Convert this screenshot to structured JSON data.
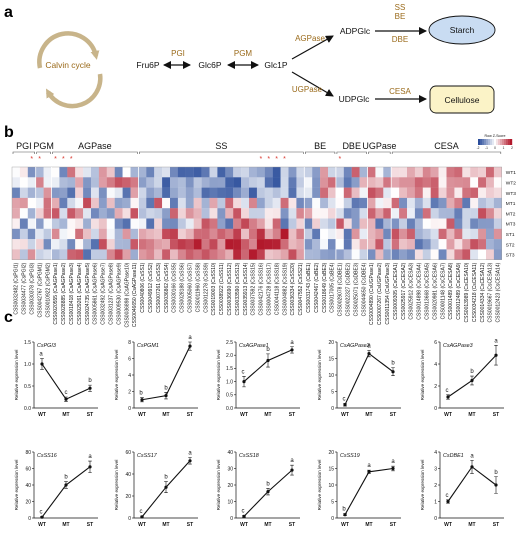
{
  "panels": {
    "a": "a",
    "b": "b",
    "c": "c"
  },
  "pathway": {
    "calvin": "Calvin cycle",
    "fru6p": "Fru6P",
    "glc6p": "Glc6P",
    "glc1p": "Glc1P",
    "adpglc": "ADPGlc",
    "udpglc": "UDPGlc",
    "starch": "Starch",
    "cellulose": "Cellulose",
    "pgi": "PGI",
    "pgm": "PGM",
    "agpase": "AGPase",
    "ugpase": "UGPase",
    "ss": "SS",
    "be": "BE",
    "dbe": "DBE",
    "cesa": "CESA"
  },
  "heatmap": {
    "groups": [
      "PGI",
      "PGM",
      "AGPase",
      "SS",
      "BE",
      "DBE",
      "UGPase",
      "CESA"
    ],
    "samples": [
      "WT1",
      "WT2",
      "WT3",
      "MT1",
      "MT2",
      "MT3",
      "ST1",
      "ST2",
      "ST3"
    ],
    "legend_title": "Row Z-Score",
    "legend_ticks": [
      "-2",
      "-1",
      "0",
      "1",
      "2"
    ],
    "genes": [
      "CSS0032482 (CsPGI1)",
      "CSS0034477 (CsPGI2)",
      "CSS0030378 (CsPGI3)",
      "CSS0042767 (CsPGM1)",
      "CSS0010922 (CsPGM2)",
      "CSS0020555 (CsAGPase1)",
      "CSS0028885 (CsAGPase2)",
      "CSS0018418 (CsAGPase3)",
      "CSS0029261 (CsAGPase4)",
      "CSS0024735 (CsAGPase5)",
      "CSS0005861 (CsAGPase6)",
      "CSS0032492 (CsAGPase7)",
      "CSS0031237 (CsAGPase8)",
      "CSS0009530 (CsAGPase9)",
      "CSS0036898 (CsAGPase10)",
      "CSS0046650 (CsAGPase11)",
      "CSS0040806 (CsSS1)",
      "CSS0049912 (CsSS2)",
      "CSS0007261 (CsSS3)",
      "CSS0036862 (CsSS4)",
      "CSS0030166 (CsSS5)",
      "CSS0028188 (CsSS6)",
      "CSS0005060 (CsSS7)",
      "CSS0011960 (CsSS8)",
      "CSS0012278 (CsSS9)",
      "CSS0019003 (CsSS10)",
      "CSS0038922 (CsSS11)",
      "CSS0036690 (CsSS12)",
      "CSS0033590 (CsSS13)",
      "CSS0035913 (CsSS14)",
      "CSS0037592 (CsSS15)",
      "CSS0042176 (CsSS16)",
      "CSS0004728 (CsSS17)",
      "CSS0044118 (CsSS18)",
      "CSS0004882 (CsSS19)",
      "CSS0036334 (CsSS20)",
      "CSS0047552 (CsSS21)",
      "CSS0031743 (CsBE1)",
      "CSS0042467 (CsBE2)",
      "CSS0018649 (CsBE3)",
      "CSS0017005 (CsBE4)",
      "CSS0029078 (CsDBE1)",
      "CSS0022327 (CsDBE2)",
      "CSS0025071 (CsDBE3)",
      "CSS0044650 (CsDBE4)",
      "CSS0004890 (CsUGPase1)",
      "CSS0007267 (CsUGPase2)",
      "CSS0011354 (CsUGPase3)",
      "CSS0009305 (CsCESA1)",
      "CSS0025917 (CsCESA2)",
      "CSS0025912 (CsCESA3)",
      "CSS0014898 (CsCESA4)",
      "CSS0013668 (CsCESA5)",
      "CSS0020981 (CsCESA6)",
      "CSS0001148 (CsCESA7)",
      "CSS0001489 (CsCESA8)",
      "CSS0012489 (CsCESA9)",
      "CSS0013989 (CsCESA10)",
      "CSS0034218 (CsCESA11)",
      "CSS0014334 (CsCESA12)",
      "CSS0019667 (CsCESA13)",
      "CSS0012423 (CsCESA14)"
    ]
  },
  "line_common": {
    "ylabel": "Relative expression level",
    "x": [
      "WT",
      "MT",
      "ST"
    ]
  },
  "line_plots": [
    {
      "title": "CsPGI3",
      "values": [
        1.0,
        0.2,
        0.45
      ],
      "err": [
        0.12,
        0.05,
        0.07
      ],
      "letters": [
        "a",
        "c",
        "b"
      ],
      "ymax": 1.5,
      "ticks": [
        0.0,
        0.5,
        1.0,
        1.5
      ]
    },
    {
      "title": "CsPGM1",
      "values": [
        1.0,
        1.5,
        7.5
      ],
      "err": [
        0.25,
        0.4,
        0.5
      ],
      "letters": [
        "b",
        "b",
        "a"
      ],
      "ymax": 8,
      "ticks": [
        0,
        2,
        4,
        6,
        8
      ]
    },
    {
      "title": "CsAGPase1",
      "values": [
        1.0,
        1.8,
        2.2
      ],
      "err": [
        0.2,
        0.25,
        0.12
      ],
      "letters": [
        "c",
        "b",
        "a"
      ],
      "ymax": 2.5,
      "ticks": [
        0.0,
        0.5,
        1.0,
        1.5,
        2.0,
        2.5
      ]
    },
    {
      "title": "CsAGPase2",
      "values": [
        1.0,
        16.5,
        11.0
      ],
      "err": [
        0.4,
        1.0,
        1.2
      ],
      "letters": [
        "c",
        "a",
        "b"
      ],
      "ymax": 20,
      "ticks": [
        0,
        5,
        10,
        15,
        20
      ]
    },
    {
      "title": "CsAGPase3",
      "values": [
        1.0,
        2.5,
        4.8
      ],
      "err": [
        0.2,
        0.4,
        0.9
      ],
      "letters": [
        "c",
        "b",
        "a"
      ],
      "ymax": 6,
      "ticks": [
        0,
        2,
        4,
        6
      ]
    },
    {
      "title": "CsSS16",
      "values": [
        1.0,
        40.0,
        62.0
      ],
      "err": [
        0.8,
        4.0,
        7.0
      ],
      "letters": [
        "c",
        "b",
        "a"
      ],
      "ymax": 80,
      "ticks": [
        0,
        20,
        40,
        60,
        80
      ]
    },
    {
      "title": "CsSS17",
      "values": [
        1.0,
        28.0,
        52.0
      ],
      "err": [
        0.8,
        5.0,
        3.0
      ],
      "letters": [
        "c",
        "b",
        "a"
      ],
      "ymax": 60,
      "ticks": [
        0,
        20,
        40,
        60
      ]
    },
    {
      "title": "CsSS18",
      "values": [
        1.0,
        16.0,
        29.0
      ],
      "err": [
        0.5,
        2.0,
        3.0
      ],
      "letters": [
        "c",
        "b",
        "a"
      ],
      "ymax": 40,
      "ticks": [
        0,
        10,
        20,
        30,
        40
      ]
    },
    {
      "title": "CsSS19",
      "values": [
        1.0,
        14.0,
        15.0
      ],
      "err": [
        0.3,
        0.5,
        0.7
      ],
      "letters": [
        "b",
        "a",
        "a"
      ],
      "ymax": 20,
      "ticks": [
        0,
        5,
        10,
        15,
        20
      ]
    },
    {
      "title": "CsDBE1",
      "values": [
        1.0,
        3.1,
        2.0
      ],
      "err": [
        0.1,
        0.4,
        0.5
      ],
      "letters": [
        "c",
        "a",
        "b"
      ],
      "ymax": 4,
      "ticks": [
        0,
        1,
        2,
        3,
        4
      ]
    }
  ],
  "colors": {
    "arrow_gold": "#c8b48a",
    "enzyme_text": "#9a6a1a",
    "starch_fill": "#c9dcf2",
    "cellulose_fill": "#fbf3c7",
    "heat_low": "#2a4d9b",
    "heat_mid": "#ffffff",
    "heat_high": "#b2182b",
    "star": "#d9342b"
  }
}
